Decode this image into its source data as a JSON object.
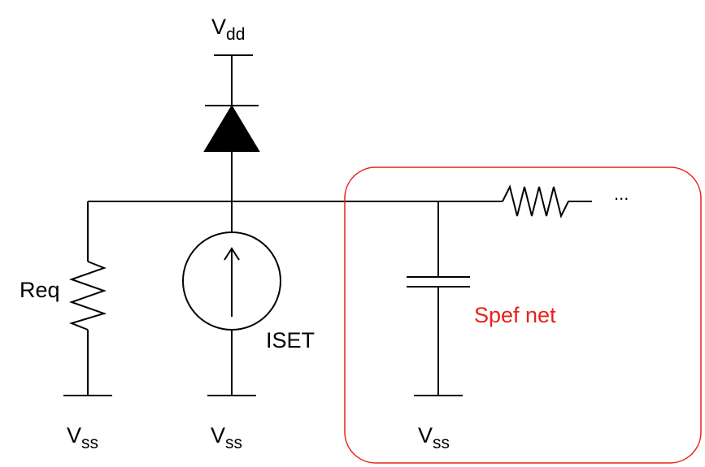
{
  "labels": {
    "vdd": {
      "main": "V",
      "sub": "dd"
    },
    "vss_left": {
      "main": "V",
      "sub": "ss"
    },
    "vss_mid": {
      "main": "V",
      "sub": "ss"
    },
    "vss_right": {
      "main": "V",
      "sub": "ss"
    },
    "req": "Req",
    "iset": "ISET",
    "spef_net": "Spef net",
    "ellipsis": "..."
  },
  "colors": {
    "wire": "#000000",
    "highlight": "#e8211b"
  }
}
